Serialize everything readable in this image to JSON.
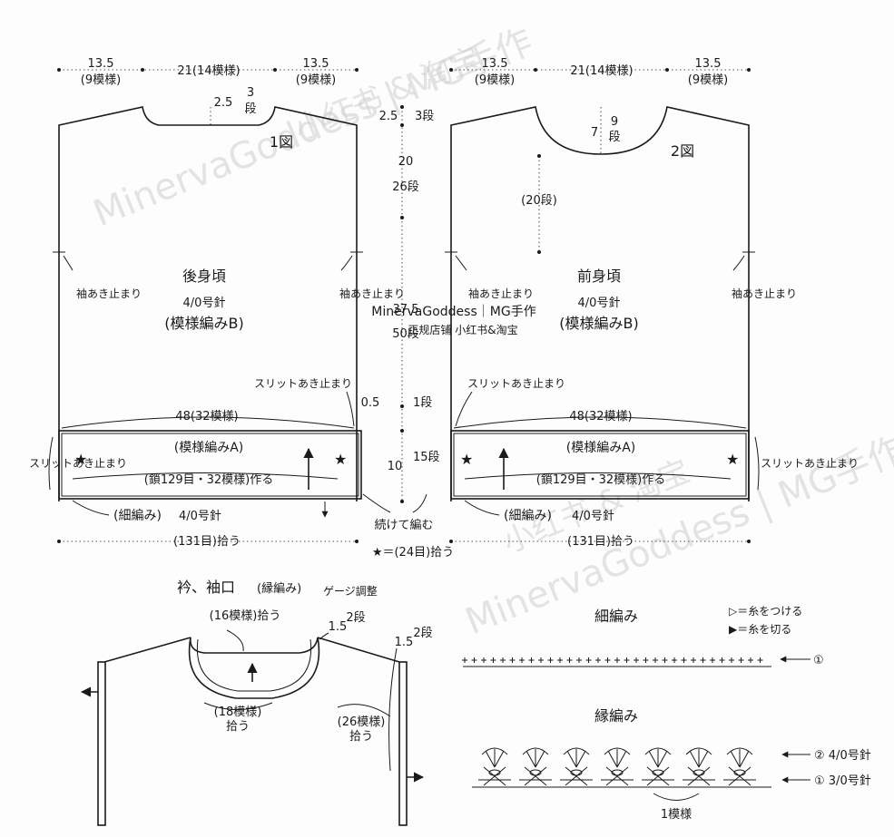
{
  "watermark": {
    "line1": "MinervaGoddess | MG手作",
    "line2": "小红书 & 淘宝",
    "center_title": "MinervaGoddess｜MG手作",
    "center_sub": "正规店铺 小红书&淘宝"
  },
  "fig1": {
    "label": "1図",
    "top_left": "13.5",
    "top_left_sub": "(9模様)",
    "top_mid": "21(14模様)",
    "top_right": "13.5",
    "top_right_sub": "(9模様)",
    "neck_depth": "2.5",
    "neck_rows": "3",
    "neck_rows_unit": "段",
    "title": "後身頃",
    "needle": "4/0号針",
    "pattern": "(模様編みB)",
    "sleeve_left": "袖あき止まり",
    "sleeve_right": "袖あき止まり",
    "slit_top": "スリットあき止まり",
    "width": "48(32模様)",
    "pattern_a": "(模様編みA)",
    "chain": "(鎖129目・32模様)作る",
    "ribbing": "(細編み)",
    "ribbing_needle": "4/0号針",
    "pickup": "(131目)拾う",
    "slit_side": "スリットあき止まり"
  },
  "fig2": {
    "label": "2図",
    "top_left": "13.5",
    "top_left_sub": "(9模様)",
    "top_mid": "21(14模様)",
    "top_right": "13.5",
    "top_right_sub": "(9模様)",
    "neck_depth": "7",
    "neck_rows": "9",
    "neck_rows_unit": "段",
    "shoulder_rows": "(20段)",
    "title": "前身頃",
    "needle": "4/0号針",
    "pattern": "(模様編みB)",
    "sleeve_left": "袖あき止まり",
    "sleeve_right": "袖あき止まり",
    "slit_top": "スリットあき止まり",
    "width": "48(32模様)",
    "pattern_a": "(模様編みA)",
    "chain": "(鎖129目・32模様)作る",
    "ribbing": "(細編み)",
    "ribbing_needle": "4/0号針",
    "pickup": "(131目)拾う",
    "slit_side": "スリットあき止まり"
  },
  "center": {
    "d1": "2.5",
    "d1_rows": "3段",
    "d2": "20",
    "d2_rows": "26段",
    "d3": "37.5",
    "d3_rows": "50段",
    "d4": "0.5",
    "d4_rows": "1段",
    "d5": "10",
    "d5_rows": "15段",
    "continue": "続けて編む",
    "star_note": "★＝(24目)拾う"
  },
  "collar": {
    "title": "衿、袖口",
    "title_sub": "(縁編み)",
    "gauge": "ゲージ調整",
    "neck_pick": "(16模様)拾う",
    "neck_w": "1.5",
    "neck_rows": "2段",
    "inner_pick": "(18模様)",
    "inner_pick2": "拾う",
    "cuff_w": "1.5",
    "cuff_rows": "2段",
    "cuff_pick": "(26模様)",
    "cuff_pick2": "拾う"
  },
  "sc_chart": {
    "title": "細編み",
    "legend_attach": "▷＝糸をつける",
    "legend_cut": "▶＝糸を切る",
    "row1": "①"
  },
  "edge_chart": {
    "title": "縁編み",
    "row2": "② 4/0号針",
    "row1": "① 3/0号針",
    "repeat": "1模様"
  }
}
